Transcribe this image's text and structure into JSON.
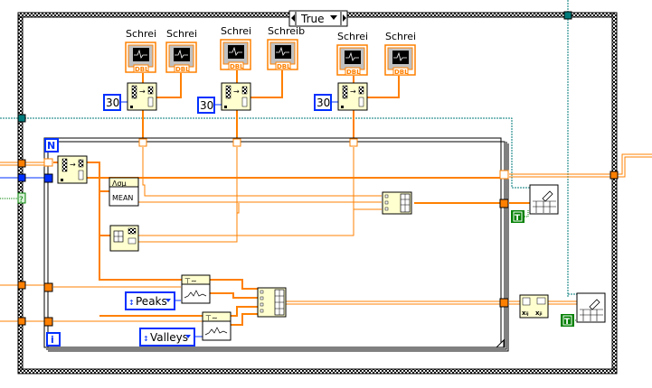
{
  "case_structure": {
    "selector_value": "True",
    "colors": {
      "orange_wire": "#ff8000",
      "blue_wire": "#0030ff",
      "teal_wire": "#007a7a",
      "green_bool": "#008000",
      "node_fill": "#ffffd0"
    }
  },
  "waveform_terminals": [
    {
      "label": "Schrei",
      "type_badge": "DBL"
    },
    {
      "label": "Schrei",
      "type_badge": "DBL"
    },
    {
      "label": "Schrei",
      "type_badge": "DBL"
    },
    {
      "label": "Schreib",
      "type_badge": "DBL"
    },
    {
      "label": "Schrei",
      "type_badge": "DBL"
    },
    {
      "label": "Schrei",
      "type_badge": "DBL"
    }
  ],
  "numeric_constants": [
    "30",
    "30",
    "30"
  ],
  "for_loop": {
    "count_terminal": "N",
    "iteration_terminal": "i"
  },
  "mean_node": {
    "glyph": "Λσμ",
    "label": "MEAN"
  },
  "enum_constants": [
    {
      "value": "Peaks"
    },
    {
      "value": "Valleys"
    }
  ],
  "boolean_constants": [
    "T",
    "T"
  ],
  "unknown_terminal": "?",
  "array_index_labels": [
    "xᵢⱼ",
    "xⱼᵢ"
  ]
}
